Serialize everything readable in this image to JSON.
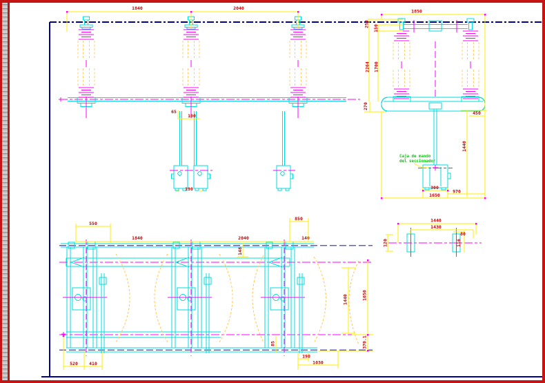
{
  "colors": {
    "window_border": "#c41414",
    "frame": "#00008b",
    "equipment_cyan": "#00dcdc",
    "centerline_magenta": "#ff00ff",
    "beam_violet": "#5b5bd6",
    "dimension_yellow": "#ffec00",
    "dimension_text_red": "#c40000",
    "label_green": "#00cc00",
    "phase_orange": "#ffcc66"
  },
  "front_view": {
    "dim_span_left": "1840",
    "dim_span_right": "2040",
    "dim_offset_a": "65",
    "dim_offset_b": "100",
    "dim_box_gap": "190"
  },
  "side_view": {
    "dim_top_width": "1850",
    "dim_upper_a": "250",
    "dim_upper_b": "150",
    "dim_height_total": "2264",
    "dim_height_beam": "1700",
    "dim_base_drop": "270",
    "dim_base_offset": "450",
    "dim_rod_height": "1440",
    "dim_box_width": "300",
    "dim_box_offset": "970",
    "dim_base_width": "1650",
    "label_line1": "Caja de mando",
    "label_line2": "del seccionador"
  },
  "plan_view": {
    "dim_pole_width": "550",
    "dim_span_left": "1840",
    "dim_span_right": "2040",
    "dim_pole3_top": "850",
    "dim_pole3_offset": "140",
    "dim_rail_gap": "148",
    "dim_inner_height": "1440",
    "dim_total_height": "1650",
    "dim_lower_height": "370.1",
    "dim_left_a": "520",
    "dim_left_b": "410",
    "dim_mid_a": "85",
    "dim_mid_b": "190",
    "dim_mid_c": "1030"
  },
  "detail_view": {
    "dim_bolt_span": "1440",
    "dim_inner_span": "1430",
    "dim_left": "120",
    "dim_right_a": "80",
    "dim_right_b": "116"
  }
}
